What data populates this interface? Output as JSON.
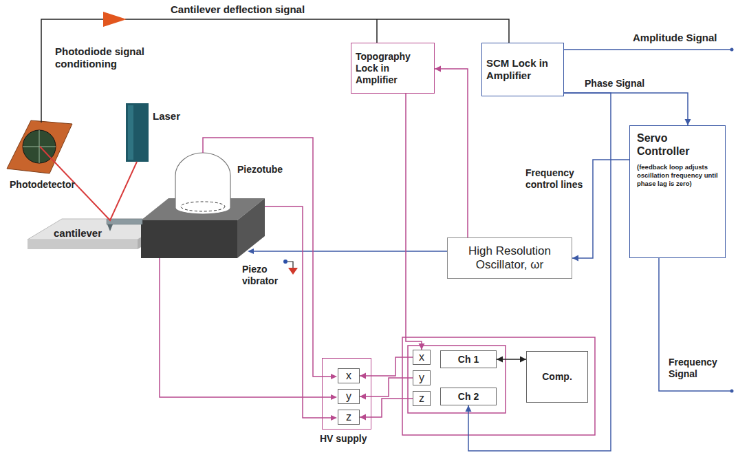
{
  "diagram": {
    "nodes": [
      {
        "text": [
          "Topography Lock in Amplifier"
        ]
      },
      {
        "text": [
          "SCM Lock in Amplifier"
        ]
      },
      {
        "text": [
          "Servo Controller",
          "(feedback loop adjusts oscillation frequency until phase lag is zero)"
        ]
      },
      {
        "text": [
          "High Resolution Oscillator, ωr"
        ]
      },
      {
        "text": [
          "HV supply"
        ]
      },
      {
        "text": [
          "x"
        ],
        "in": 4
      },
      {
        "text": [
          "y"
        ],
        "in": 4
      },
      {
        "text": [
          "z"
        ],
        "in": 4
      },
      {
        "text": [
          "x"
        ]
      },
      {
        "text": [
          "y"
        ]
      },
      {
        "text": [
          "z"
        ]
      },
      {
        "text": [
          "Ch 1"
        ]
      },
      {
        "text": [
          "Ch 2"
        ]
      },
      {
        "text": [
          "Comp."
        ]
      }
    ],
    "edges": [
      {
        "from": 1,
        "to": 2,
        "arrow": "to",
        "label": "Phase Signal"
      },
      {
        "from": 2,
        "to": 3,
        "arrow": "to",
        "label": "Frequency control lines"
      },
      {
        "from": 3,
        "to": 0,
        "arrow": "to"
      },
      {
        "from": 0,
        "to": 8,
        "arrow": "to"
      },
      {
        "from": 8,
        "to": 5,
        "arrow": "to"
      },
      {
        "from": 9,
        "to": 6,
        "arrow": "to"
      },
      {
        "from": 10,
        "to": 7,
        "arrow": "to"
      },
      {
        "from": 1,
        "to": 12,
        "arrow": "to"
      },
      {
        "from": 11,
        "to": 13,
        "arrow": "both"
      }
    ],
    "labels": [
      "Cantilever deflection signal",
      "Photodiode signal conditioning",
      "Amplitude Signal",
      "Laser",
      "Photodetector",
      "Piezotube",
      "cantilever",
      "Piezo vibrator",
      "Frequency Signal"
    ]
  }
}
